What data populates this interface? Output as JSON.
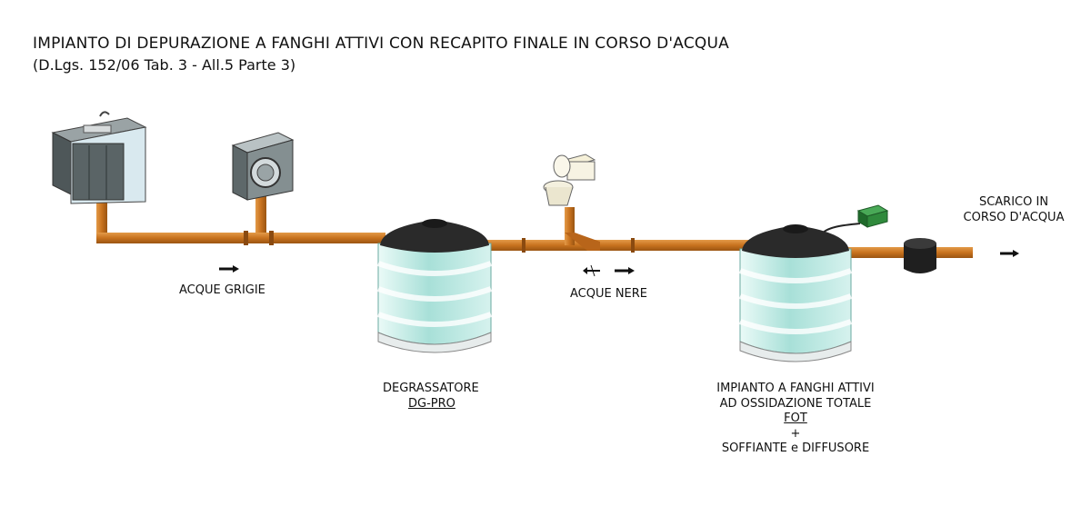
{
  "header": {
    "title": "IMPIANTO DI DEPURAZIONE A FANGHI ATTIVI CON RECAPITO FINALE IN CORSO D'ACQUA",
    "subtitle": "(D.Lgs. 152/06 Tab. 3 - All.5 Parte 3)"
  },
  "labels": {
    "grey_water": "ACQUE GRIGIE",
    "black_water": "ACQUE NERE",
    "degreaser_line1": "DEGRASSATORE",
    "degreaser_line2": "DG-PRO",
    "plant_line1": "IMPIANTO A FANGHI ATTIVI",
    "plant_line2": "AD OSSIDAZIONE TOTALE",
    "plant_line3": "FOT",
    "plant_line4": "+",
    "plant_line5": "SOFFIANTE e DIFFUSORE",
    "discharge_line1": "SCARICO IN",
    "discharge_line2": "CORSO D'ACQUA"
  },
  "colors": {
    "pipe": "#c8721e",
    "tank_body": "#aee3db",
    "tank_lid": "#2a2a2a",
    "fixture": "#6f7b7e",
    "blower": "#2f8a3c"
  }
}
